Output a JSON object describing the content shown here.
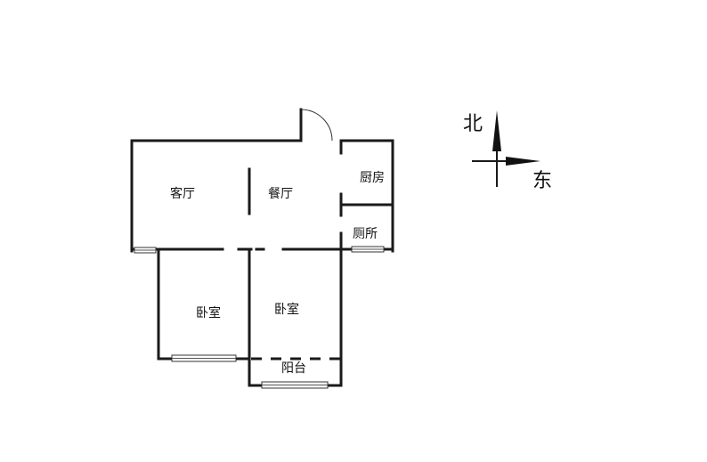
{
  "rooms": {
    "living_room": "客厅",
    "dining_room": "餐厅",
    "kitchen": "厨房",
    "toilet": "厕所",
    "bedroom_left": "卧室",
    "bedroom_right": "卧室",
    "balcony": "阳台"
  },
  "compass": {
    "north": "北",
    "east": "东"
  }
}
